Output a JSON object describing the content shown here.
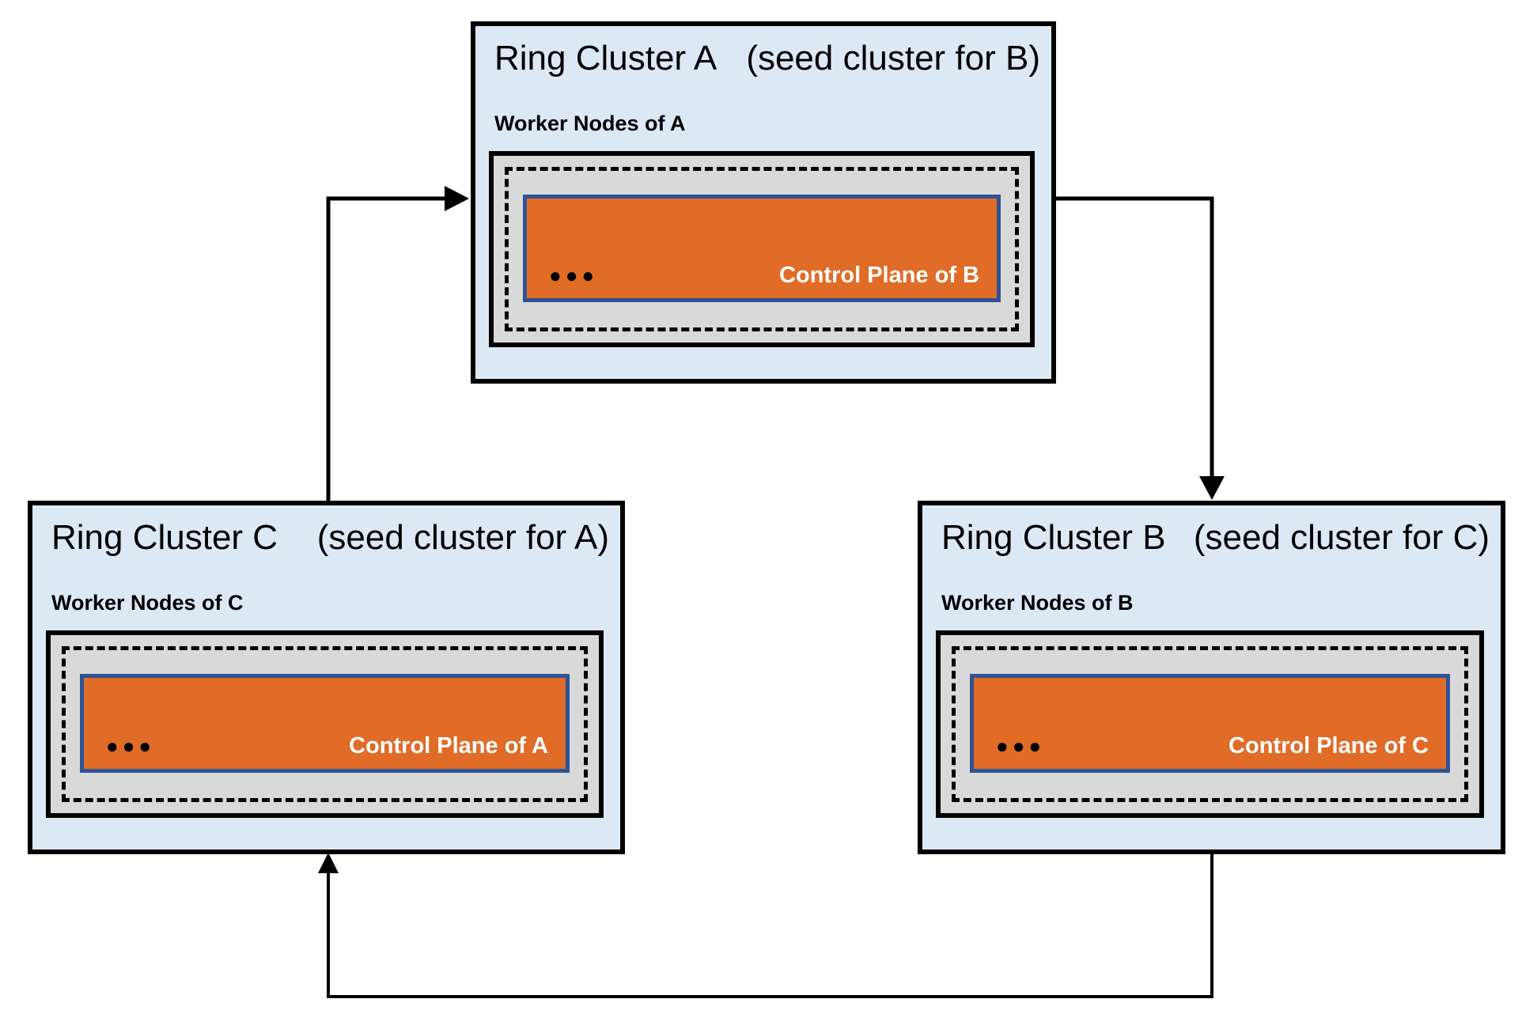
{
  "clusters": [
    {
      "id": "A",
      "title": "Ring Cluster A",
      "seed_note": "(seed cluster for B)",
      "worker_label": "Worker Nodes of A",
      "control_plane_label": "Control Plane of B",
      "dots": "●●●"
    },
    {
      "id": "C",
      "title": "Ring Cluster C",
      "seed_note": "(seed cluster for A)",
      "worker_label": "Worker Nodes of C",
      "control_plane_label": "Control Plane of A",
      "dots": "●●●"
    },
    {
      "id": "B",
      "title": "Ring Cluster B",
      "seed_note": "(seed cluster for C)",
      "worker_label": "Worker Nodes of B",
      "control_plane_label": "Control Plane of C",
      "dots": "●●●"
    }
  ],
  "arrows": [
    {
      "from": "Ring Cluster C",
      "to": "Ring Cluster A"
    },
    {
      "from": "Ring Cluster A",
      "to": "Ring Cluster B"
    },
    {
      "from": "Ring Cluster B",
      "to": "Ring Cluster C"
    }
  ],
  "colors": {
    "cluster_background": "#dde8f5",
    "worker_panel_gray": "#d9d9d9",
    "control_plane_orange": "#e06c28",
    "control_plane_border_blue": "#2e5395",
    "line_black": "#000000"
  }
}
